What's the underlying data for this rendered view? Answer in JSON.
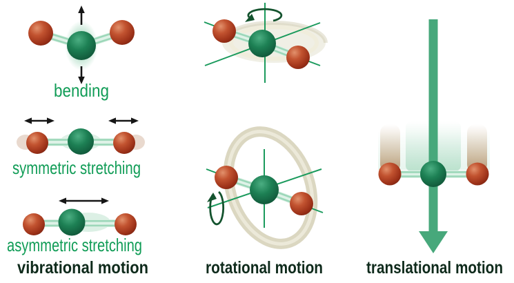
{
  "sections": {
    "vibrational": {
      "heading": "vibrational motion",
      "modes": {
        "bending": "bending",
        "symmetric": "symmetric stretching",
        "asymmetric": "asymmetric stretching"
      }
    },
    "rotational": {
      "heading": "rotational motion"
    },
    "translational": {
      "heading": "translational motion"
    }
  },
  "colors": {
    "background": "#ffffff",
    "mode_label_green": "#109c56",
    "heading_dark_green": "#0e2a1b",
    "center_atom_green": "#1d8054",
    "outer_atom_red": "#b84726",
    "bond_light_green": "#9cd7b9",
    "axis_green": "#1a9a5c",
    "rotation_arrow_dark_green": "#14532e",
    "vibration_arrow_black": "#161616",
    "translation_arrow_green": "#47a87b",
    "motion_blur_tan": "#d6d2b8"
  },
  "icons": {
    "up_arrow": "up-arrow",
    "down_arrow": "down-arrow",
    "double_headed_arrow": "left-right-arrow",
    "rotation_arrow": "curved-rotation-arrow",
    "translation_arrow": "large-down-arrow"
  }
}
